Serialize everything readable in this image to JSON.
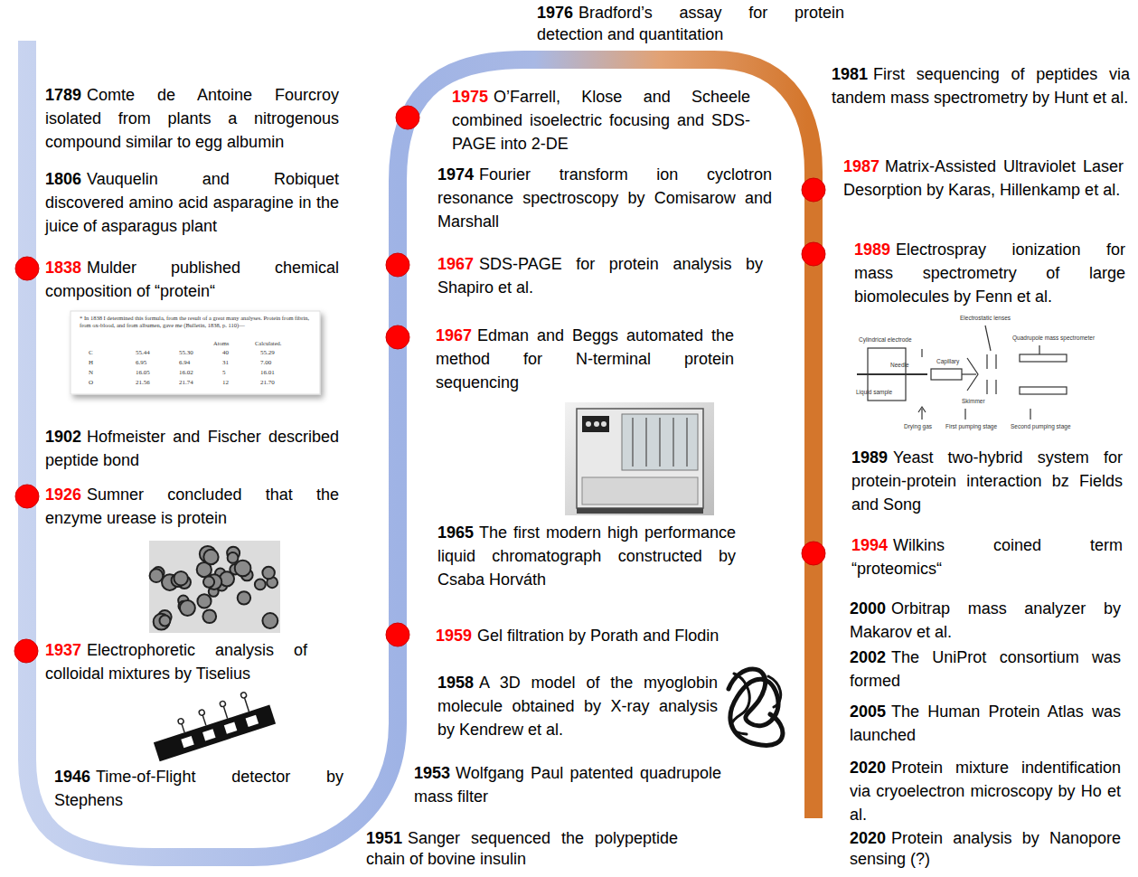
{
  "diagram": {
    "labels": [
      "1789",
      "Comte de Antoine Fourcroy isolated from plants a nitrogenous compound similar to egg albumin",
      "1806",
      "Vauquelin and Robiquet discovered amino acid asparagine in the juice of asparagus plant",
      "1838",
      "Mulder published chemical composition of “protein“",
      "1902",
      "Hofmeister and Fischer described peptide bond",
      "1926",
      "Sumner concluded that the enzyme urease is protein",
      "1937",
      "Electrophoretic analysis of colloidal mixtures by Tiselius",
      "1946",
      "Time-of-Flight detector by Stephens",
      "1951",
      "Sanger sequenced the polypeptide chain of bovine insulin",
      "1953",
      "Wolfgang Paul patented quadrupole mass filter",
      "1958",
      "A 3D model of the myoglobin molecule obtained by X-ray analysis by Kendrew et al.",
      "1959",
      "Gel filtration by Porath and Flodin",
      "1965",
      "The first modern high performance liquid chromatograph constructed by Csaba Horváth",
      "1967",
      "Edman and Beggs automated the method for N-terminal protein sequencing",
      "1967",
      "SDS-PAGE for protein analysis by Shapiro et al.",
      "1974",
      "Fourier transform ion cyclotron resonance spectroscopy by Comisarow and Marshall",
      "1975",
      "O’Farrell, Klose and Scheele combined isoelectric focusing and SDS-PAGE into 2-DE",
      "1976",
      "Bradford’s assay for protein detection and quantitation",
      "1981",
      "First sequencing of peptides via tandem mass spectrometry by Hunt et al.",
      "1987",
      "Matrix-Assisted Ultraviolet Laser Desorption by Karas, Hillenkamp et al.",
      "1989",
      "Electrospray ionization for mass spectrometry of large biomolecules by Fenn et al.",
      "1989",
      "Yeast two-hybrid system for protein-protein interaction bz Fields and Song",
      "1994",
      "Wilkins coined term “proteomics“",
      "2000",
      "Orbitrap mass analyzer by Makarov et al.",
      "2002",
      "The UniProt consortium was formed",
      "2005",
      "The Human Protein Atlas was launched",
      "2020",
      "Protein mixture indentification via cryoelectron microscopy by Ho et al.",
      "2020",
      "Protein analysis by Nanopore sensing (?)",
      "* In 1838 I determined this formula, from the result of a great many analyses. Protein from fibrin, from ox-blood, and from albumen, gave me (Bulletin, 1838, p. 110)—",
      "Atoms",
      "Calculated.",
      "C",
      "55.44",
      "55.30",
      "40",
      "55.29",
      "H",
      "6.95",
      "6.94",
      "31",
      "7.00",
      "N",
      "16.05",
      "16.02",
      "5",
      "16.01",
      "O",
      "21.56",
      "21.74",
      "12",
      "21.70",
      "Electrostatic lenses",
      "Cylindrical electrode",
      "Quadrupole mass spectrometer",
      "Needle",
      "Liquid sample",
      "Capillary",
      "Skimmer",
      "Drying gas",
      "First pumping stage",
      "Second pumping stage"
    ]
  }
}
